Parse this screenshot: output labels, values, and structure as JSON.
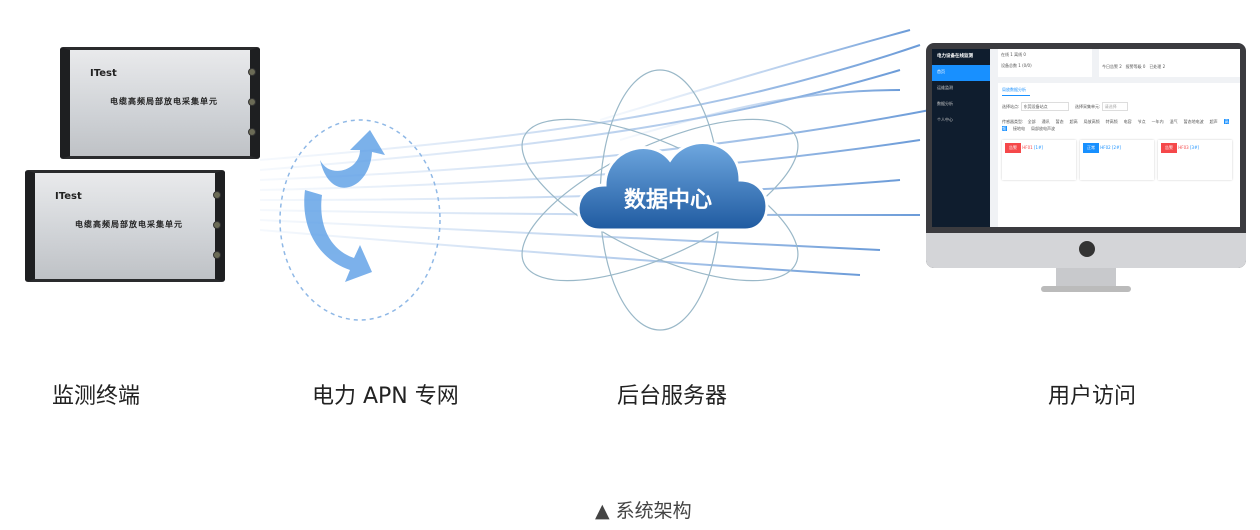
{
  "devices": [
    {
      "brand": "ITest",
      "name": "电缆高频局部放电采集单元"
    },
    {
      "brand": "ITest",
      "name": "电缆高频局部放电采集单元"
    }
  ],
  "cloud": {
    "text": "数据中心"
  },
  "monitor": {
    "app_title": "电力设备在线监测",
    "sidebar": [
      "首页",
      "运维监测",
      "数据分析",
      "个人中心"
    ],
    "stats": {
      "online": "在线 1",
      "offline": "离线 0",
      "total": "设备总数 1 (0/0)",
      "alarm_today": "今日告警 2",
      "alarm_level": "报警等级 0",
      "handled": "已处理 2"
    },
    "tab": "局放数据分析",
    "station_label": "选择站点:",
    "station_value": "东莞设备站点",
    "unit_label": "选择采集单元:",
    "unit_placeholder": "请选择",
    "type_label": "传感器类型:",
    "types": [
      "全部",
      "通讯",
      "暂态",
      "超高",
      "局放高频",
      "特高频",
      "电容",
      "节点",
      "一年内",
      "温气",
      "暂态地电波",
      "超声",
      "高频",
      "接地电",
      "局部放电声波"
    ],
    "cards": [
      {
        "status": "告警",
        "id": "HF01",
        "tag": "[1#]",
        "color": "#f5484a"
      },
      {
        "status": "正常",
        "id": "HF02",
        "tag": "[2#]",
        "color": "#1890ff"
      },
      {
        "status": "告警",
        "id": "HF03",
        "tag": "[3#]",
        "color": "#f5484a"
      }
    ]
  },
  "labels": [
    "监测终端",
    "电力 APN 专网",
    "后台服务器",
    "用户访问"
  ],
  "caption": "系统架构"
}
